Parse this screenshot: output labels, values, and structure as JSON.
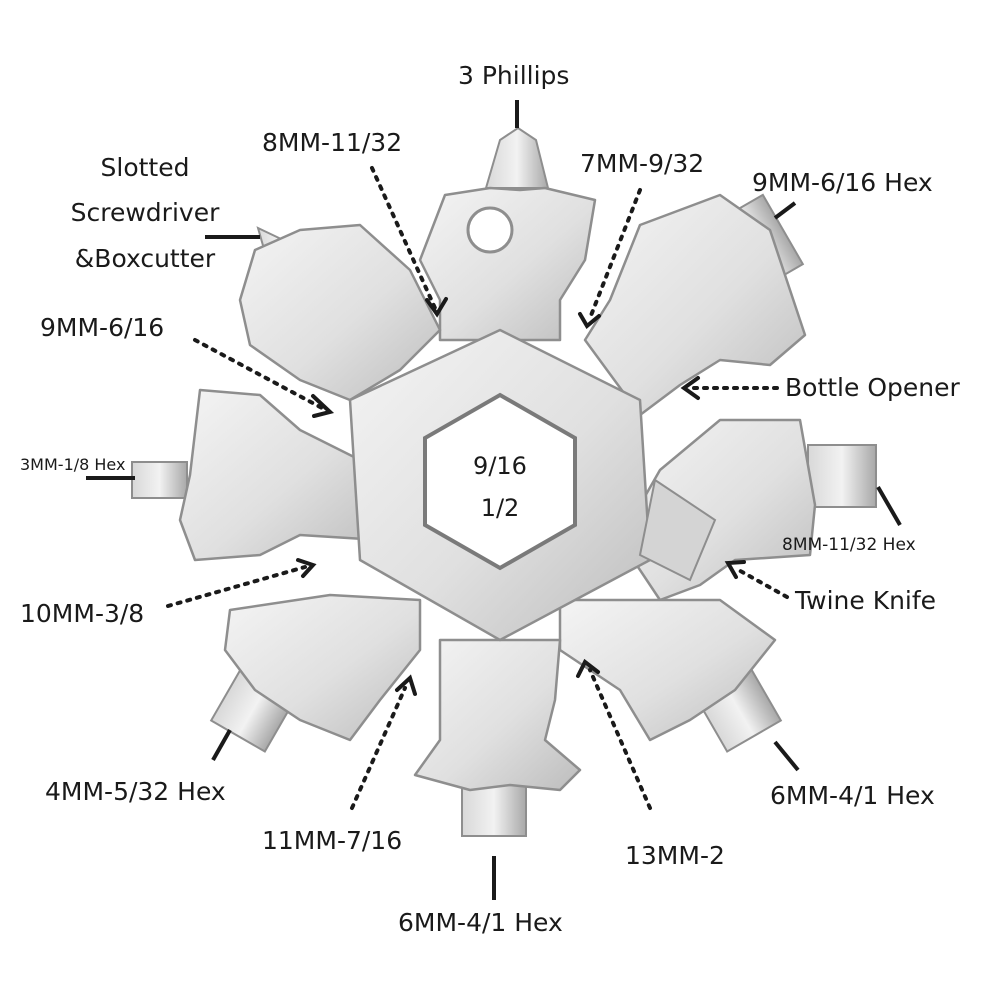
{
  "center_sizes": [
    "9/16",
    "1/2"
  ],
  "labels": {
    "phillips": "3 Phillips",
    "mm8_top": "8MM-11/32",
    "mm7": "7MM-9/32",
    "mm9_hex": "9MM-6/16 Hex",
    "slotted_1": "Slotted",
    "slotted_2": "Screwdriver",
    "slotted_3": "&Boxcutter",
    "mm9": "9MM-6/16",
    "bottle": "Bottle Opener",
    "mm3_hex": "3MM-1/8 Hex",
    "mm8_hex": "8MM-11/32 Hex",
    "mm10": "10MM-3/8",
    "twine": "Twine Knife",
    "mm4_hex": "4MM-5/32 Hex",
    "mm11": "11MM-7/16",
    "mm13": "13MM-2",
    "mm6_hex_right": "6MM-4/1 Hex",
    "mm6_hex_bottom": "6MM-4/1 Hex"
  },
  "colors": {
    "metal_light": "#ececec",
    "metal_mid": "#c9c9c9",
    "metal_dark": "#8e8e8e",
    "ink": "#1a1a1a"
  }
}
